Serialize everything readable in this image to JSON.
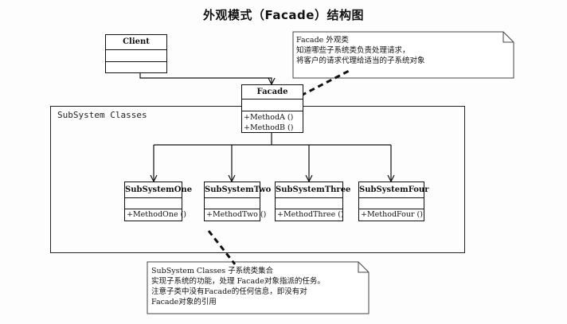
{
  "title": "外观模式（Facade）结构图",
  "client": {
    "name": "Client"
  },
  "facade": {
    "name": "Facade",
    "methods": [
      "+MethodA ()",
      "+MethodB ()"
    ]
  },
  "subsystem_group": {
    "label": "SubSystem Classes"
  },
  "subsystems": [
    {
      "name": "SubSystemOne",
      "method": "+MethodOne ()"
    },
    {
      "name": "SubSystemTwo",
      "method": "+MethodTwo ()"
    },
    {
      "name": "SubSystemThree",
      "method": "+MethodThree ()"
    },
    {
      "name": "SubSystemFour",
      "method": "+MethodFour ()"
    }
  ],
  "facade_note": {
    "lines": [
      "Facade  外观类",
      "知道哪些子系统类负责处理请求，",
      "将客户的请求代理给适当的子系统对象"
    ]
  },
  "subsystem_note": {
    "lines": [
      "SubSystem Classes   子系统类集合",
      "实现子系统的功能，处理 Facade对象指派的任务。",
      "注意子类中没有Facade的任何信息，即没有对",
      "Facade对象的引用"
    ]
  }
}
